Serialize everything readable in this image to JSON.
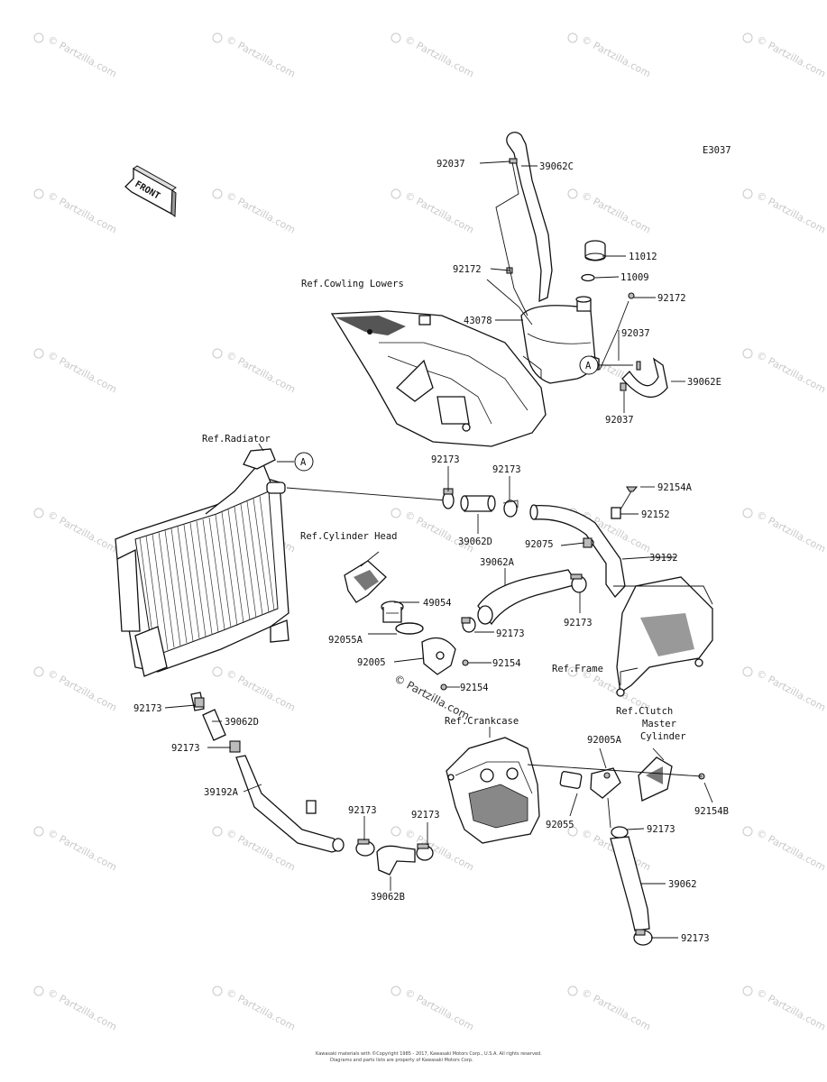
{
  "diagram_code": "E3037",
  "front_arrow_label": "FRONT",
  "watermark_text": "© Partzilla.com",
  "center_watermark": "© Partzilla.com",
  "circle_ref": "A",
  "refs": {
    "cowling": "Ref.Cowling Lowers",
    "radiator": "Ref.Radiator",
    "cylinder_head": "Ref.Cylinder Head",
    "frame": "Ref.Frame",
    "crankcase": "Ref.Crankcase",
    "clutch_1": "Ref.Clutch",
    "clutch_2": "Master",
    "clutch_3": "Cylinder"
  },
  "parts": {
    "p92037_top": "92037",
    "p39062C": "39062C",
    "p11012": "11012",
    "p11009": "11009",
    "p92172_left": "92172",
    "p92172_right": "92172",
    "p43078": "43078",
    "p92037_mid": "92037",
    "p39062E": "39062E",
    "p92037_low": "92037",
    "p92173_a": "92173",
    "p92173_b": "92173",
    "p92154A": "92154A",
    "p92152": "92152",
    "p39062D_top": "39062D",
    "p92075": "92075",
    "p39192": "39192",
    "p39062A": "39062A",
    "p49054": "49054",
    "p92173_c": "92173",
    "p92173_d": "92173",
    "p92055A": "92055A",
    "p92154_a": "92154",
    "p92005": "92005",
    "p92154_b": "92154",
    "p92173_e": "92173",
    "p39062D_low": "39062D",
    "p92173_f": "92173",
    "p39192A": "39192A",
    "p92173_g": "92173",
    "p92173_h": "92173",
    "p39062B": "39062B",
    "p92005A": "92005A",
    "p92055": "92055",
    "p92154B": "92154B",
    "p92173_i": "92173",
    "p39062": "39062",
    "p92173_j": "92173"
  },
  "copyright_line1": "Kawasaki materials with ©Copyright 1985 - 2017, Kawasaki Motors Corp., U.S.A. All rights reserved.",
  "copyright_line2": "Diagrams and parts lists are property of Kawasaki Motors Corp."
}
